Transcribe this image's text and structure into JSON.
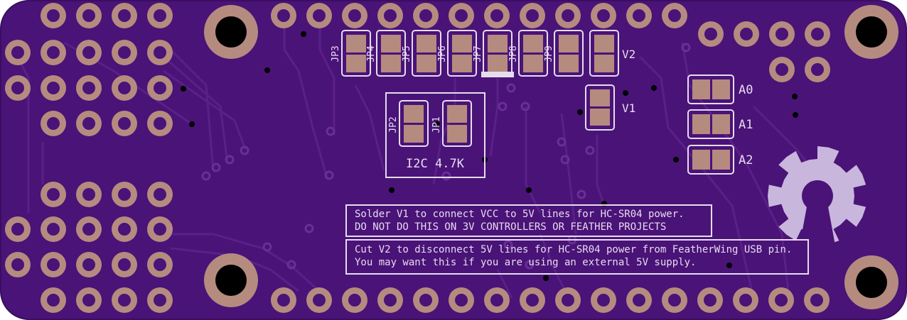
{
  "colors": {
    "board": "#4a1377",
    "board_edge": "#3a0d60",
    "trace": "#5a2088",
    "copper_pad": "#b58b80",
    "silkscreen": "#e6dcf0",
    "hole": "#000000"
  },
  "labels": {
    "jp3": "JP3",
    "jp4": "JP4",
    "jp5": "JP5",
    "jp6": "JP6",
    "jp7": "JP7",
    "jp8": "JP8",
    "jp9": "JP9",
    "v2": "V2",
    "v1": "V1",
    "jp2": "JP2",
    "jp1": "JP1",
    "i2c_label": "I2C 4.7K",
    "a0": "A0",
    "a1": "A1",
    "a2": "A2"
  },
  "notes": {
    "v1_line1": "Solder V1 to connect VCC to 5V lines for HC-SR04 power.",
    "v1_line2": "DO NOT DO THIS ON 3V CONTROLLERS OR FEATHER PROJECTS",
    "v2_line1": "Cut V2  to disconnect 5V lines for HC-SR04 power from FeatherWing USB pin.",
    "v2_line2": "You may want this if you are using an external 5V supply."
  },
  "icons": {
    "logo": "open-source-hardware-gear-icon"
  }
}
